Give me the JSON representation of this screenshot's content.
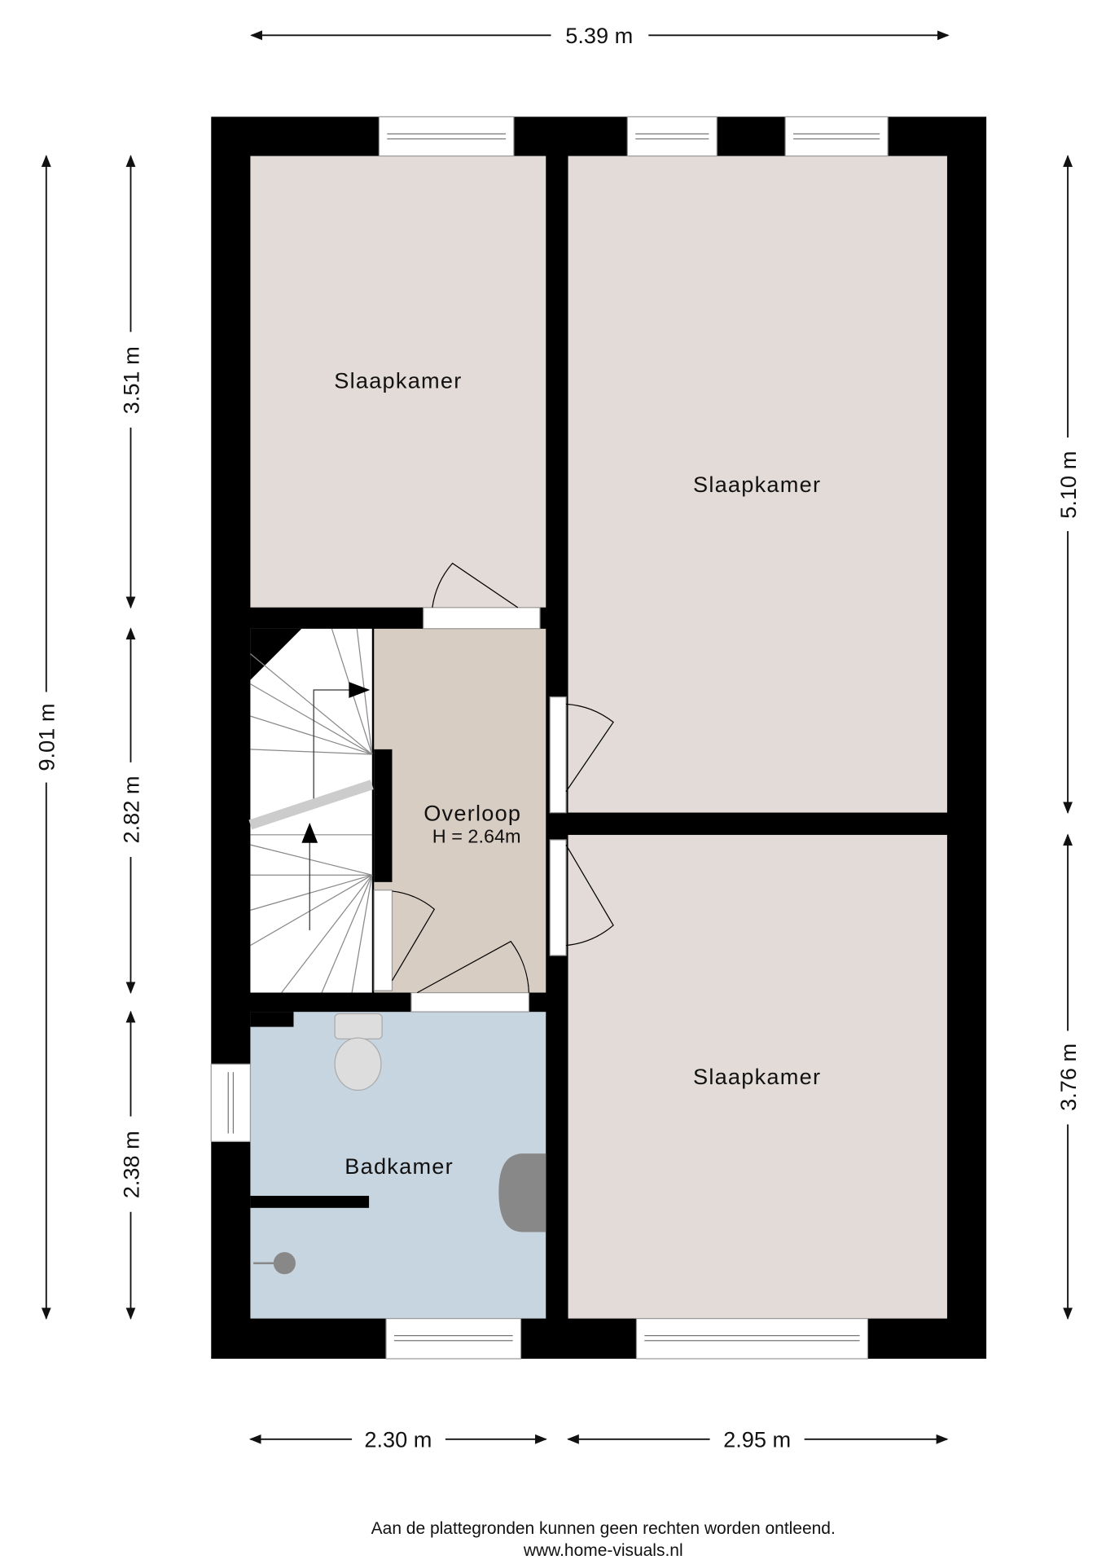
{
  "dimensions": {
    "top_width": "5.39 m",
    "left_total": "9.01 m",
    "left_1": "3.51 m",
    "left_2": "2.82 m",
    "left_3": "2.38 m",
    "right_1": "5.10 m",
    "right_2": "3.76 m",
    "bottom_1": "2.30 m",
    "bottom_2": "2.95 m"
  },
  "rooms": {
    "bedroom_1": "Slaapkamer",
    "bedroom_2": "Slaapkamer",
    "bedroom_3": "Slaapkamer",
    "landing": "Overloop",
    "landing_height": "H = 2.64m",
    "bathroom": "Badkamer"
  },
  "colors": {
    "wall": "#000000",
    "bedroom": "#e2dbd8",
    "landing": "#d8cdc3",
    "bathroom": "#c7d5e0"
  },
  "footer": {
    "disclaimer": "Aan de plattegronden kunnen geen rechten worden ontleend.",
    "website": "www.home-visuals.nl"
  }
}
